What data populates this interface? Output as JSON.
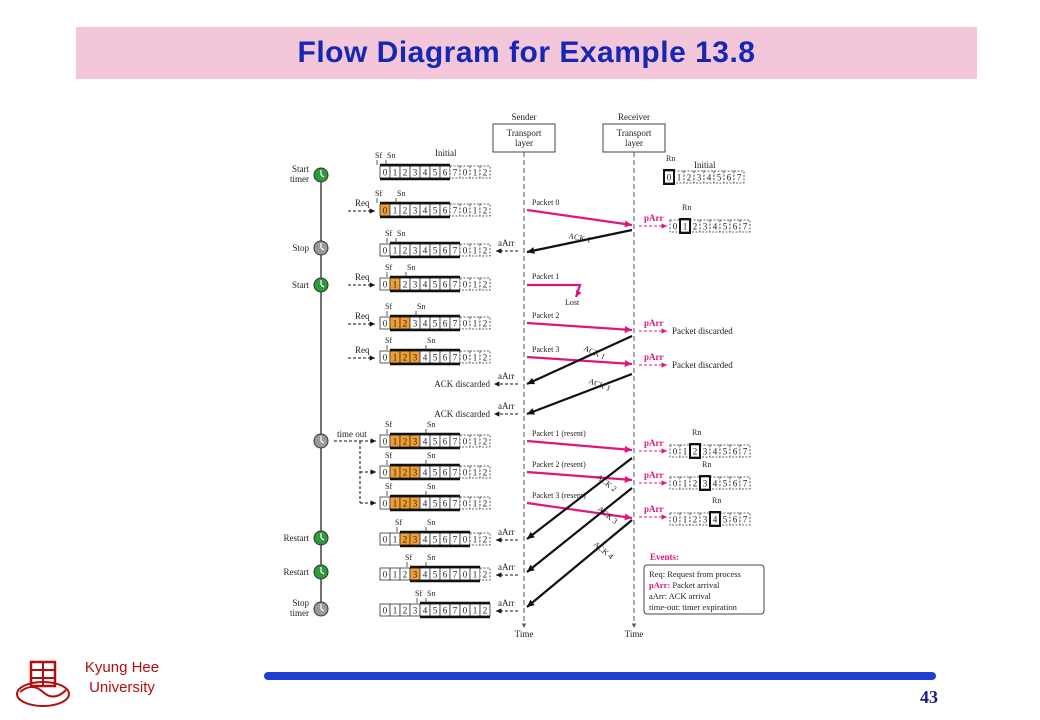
{
  "slide": {
    "title": "Flow Diagram for Example 13.8",
    "page_number": "43",
    "university_line1": "Kyung Hee",
    "university_line2": "University"
  },
  "colors": {
    "accent_magenta": "#e0167f",
    "title_blue": "#1428b4",
    "orange_cell": "#f0a030",
    "timer_green": "#2e9a3c",
    "timer_gray": "#9a9a9a"
  },
  "diagram": {
    "sender_label": "Sender",
    "receiver_label": "Receiver",
    "sender_box": "Transport layer",
    "receiver_box": "Transport layer",
    "time_label": "Time",
    "window_cells": [
      "0",
      "1",
      "2",
      "3",
      "4",
      "5",
      "6",
      "7",
      "0",
      "1",
      "2"
    ],
    "receiver_cells": [
      "0",
      "1",
      "2",
      "3",
      "4",
      "5",
      "6",
      "7"
    ],
    "sf": "Sf",
    "sn": "Sn",
    "rn": "Rn",
    "initial": "Initial",
    "req": "Req",
    "aarr": "aArr",
    "parr": "pArr",
    "lost": "Lost",
    "time_out": "time out",
    "ack_discarded": "ACK discarded",
    "packet_discarded": "Packet discarded",
    "timer_labels": [
      "Start timer",
      "Stop",
      "Start",
      "Restart",
      "Restart",
      "Stop timer"
    ],
    "packets": [
      "Packet 0",
      "Packet 1",
      "Packet 2",
      "Packet 3",
      "Packet 1 (resent)",
      "Packet 2 (resent)",
      "Packet 3 (resent)"
    ],
    "acks": [
      "ACK 1",
      "ACK 1",
      "ACK 1",
      "ACK 2",
      "ACK 3",
      "ACK 4"
    ],
    "events_title": "Events:",
    "events": [
      "Req: Request from process",
      "pArr: Packet arrival",
      "aArr: ACK arrival",
      "time-out: timer expiration"
    ]
  }
}
